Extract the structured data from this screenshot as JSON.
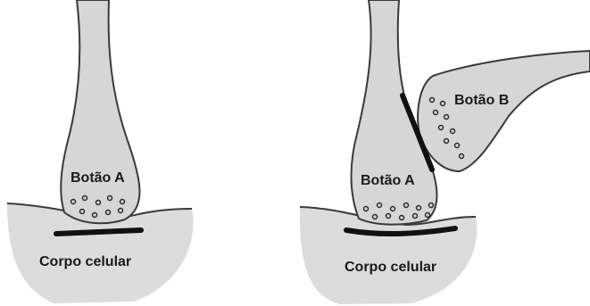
{
  "left_panel": {
    "button_label": "Botão A",
    "cell_body_label": "Corpo celular"
  },
  "right_panel": {
    "button_a_label": "Botão A",
    "button_b_label": "Botão B",
    "cell_body_label": "Corpo celular"
  },
  "colors": {
    "cell_body_fill": "#dcdcdc",
    "button_fill": "#d6d6d6",
    "outline": "#3a3a3a",
    "synapse_bar": "#111111"
  }
}
